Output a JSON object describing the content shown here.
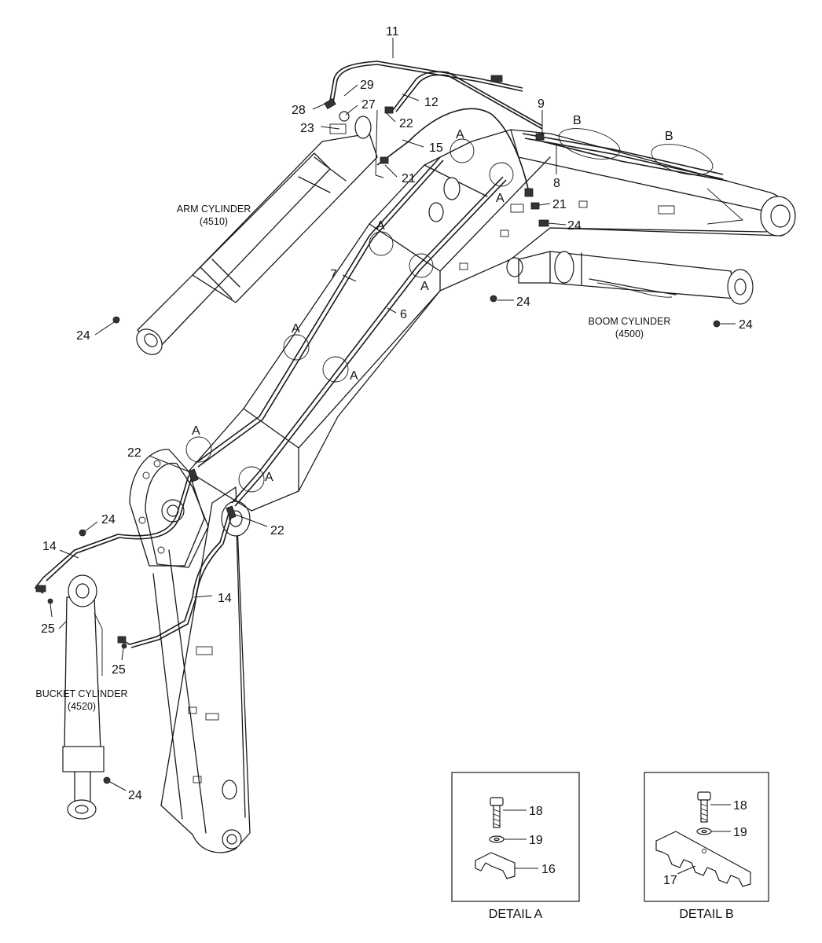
{
  "components": {
    "arm_cylinder": {
      "name": "ARM CYLINDER",
      "code": "(4510)"
    },
    "boom_cylinder": {
      "name": "BOOM CYLINDER",
      "code": "(4500)"
    },
    "bucket_cylinder": {
      "name": "BUCKET CYLINDER",
      "code": "(4520)"
    }
  },
  "callouts": {
    "c11": "11",
    "c29": "29",
    "c28": "28",
    "c27": "27",
    "c12": "12",
    "c23": "23",
    "c22a": "22",
    "c15": "15",
    "c21a": "21",
    "c9": "9",
    "c8": "8",
    "c21b": "21",
    "c24a": "24",
    "c7": "7",
    "c6": "6",
    "c24b": "24",
    "c24c": "24",
    "c24d": "24",
    "c22b": "22",
    "c22c": "22",
    "c24e": "24",
    "c14a": "14",
    "c14b": "14",
    "c25a": "25",
    "c25b": "25",
    "c24f": "24"
  },
  "detail_marks": {
    "a1": "A",
    "a2": "A",
    "a3": "A",
    "a4": "A",
    "a5": "A",
    "a6": "A",
    "a7": "A",
    "a8": "A",
    "b1": "B",
    "b2": "B"
  },
  "details": {
    "detail_a": {
      "title": "DETAIL A",
      "bolt": "18",
      "washer": "19",
      "clamp": "16"
    },
    "detail_b": {
      "title": "DETAIL B",
      "bolt": "18",
      "washer": "19",
      "clamp": "17"
    }
  }
}
